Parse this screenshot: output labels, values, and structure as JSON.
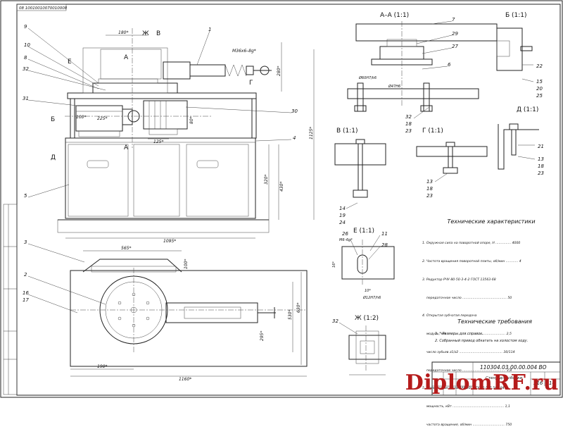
{
  "corner_code": "08 10010010070010008",
  "section_titles": {
    "aa": "А–А (1:1)",
    "b": "Б (1:1)",
    "d": "Д (1:1)",
    "v": "В (1:1)",
    "g": "Г (1:1)",
    "e": "Е (1:1)",
    "zh": "Ж (1:2)"
  },
  "view_markers": [
    "Ж",
    "В",
    "А",
    "А",
    "Е",
    "Б",
    "Д",
    "Г"
  ],
  "leader_numbers": {
    "front": [
      "9",
      "10",
      "8",
      "32",
      "31",
      "1",
      "30",
      "4",
      "5",
      "3",
      "2",
      "16",
      "17"
    ],
    "aa": [
      "7",
      "29",
      "27",
      "6",
      "32",
      "18",
      "23"
    ],
    "b": [
      "22",
      "15",
      "20",
      "25"
    ],
    "d": [
      "21",
      "13",
      "18",
      "23"
    ],
    "v": [
      "14",
      "19",
      "24"
    ],
    "g": [
      "13",
      "18",
      "23"
    ],
    "e": [
      "26",
      "11",
      "28"
    ],
    "zh": [
      "32"
    ]
  },
  "dimensions": {
    "d180": "180*",
    "m36": "М36х6–8g*",
    "d280": "280*",
    "d100": "100*",
    "d225": "225*",
    "d80": "80*",
    "d125": "125*",
    "d1125": "1125*",
    "d320": "320*",
    "d430": "430*",
    "d1095": "1095*",
    "d565": "565*",
    "d100b": "100*",
    "d190": "190*",
    "d1160": "1160*",
    "d530": "530*",
    "d630": "630*",
    "d295": "295*",
    "e_m6": "М6–6g*",
    "e_16": "16*",
    "e_10": "10*",
    "e_12": "Ø12Н7/h6",
    "aa_1": "Ø60Н7/k6",
    "aa_2": "Ø47Н6"
  },
  "tech_char_title": "Технические характеристики",
  "tech_char": [
    "1. Окружная сила на поворотной опоре, Н ............... 4000",
    "2. Частота вращения поворотной плиты, об/мин ............ 4",
    "3. Редуктор РЧУ-80-50-3-4-2 ГОСТ 13563-68",
    "    передаточное число ........................................... 50",
    "4. Открытая зубчатая передача",
    "    модуль, мм ......................................................... 2,5",
    "    число зубьев z1/z2 .......................................... 30/114",
    "    передаточное число .......................................... 3,8",
    "5. Электродвигатель 4АМ90L2 ТУ 16-525.564-84",
    "    мощность, кВт .................................................. 1,1",
    "    частота вращения, об/мин ............................... 750"
  ],
  "tech_req_title": "Технические требования",
  "tech_req": [
    "1. * Размеры для справок.",
    "2. Собранный привод обкатать на холостом ходу."
  ],
  "stamp": {
    "code": "110304.03.00.00.004 ВО",
    "name": "Стенд для сборки",
    "sheet_a": "316",
    "sheet_b": "14"
  },
  "watermark": "DiplomRF.ru"
}
